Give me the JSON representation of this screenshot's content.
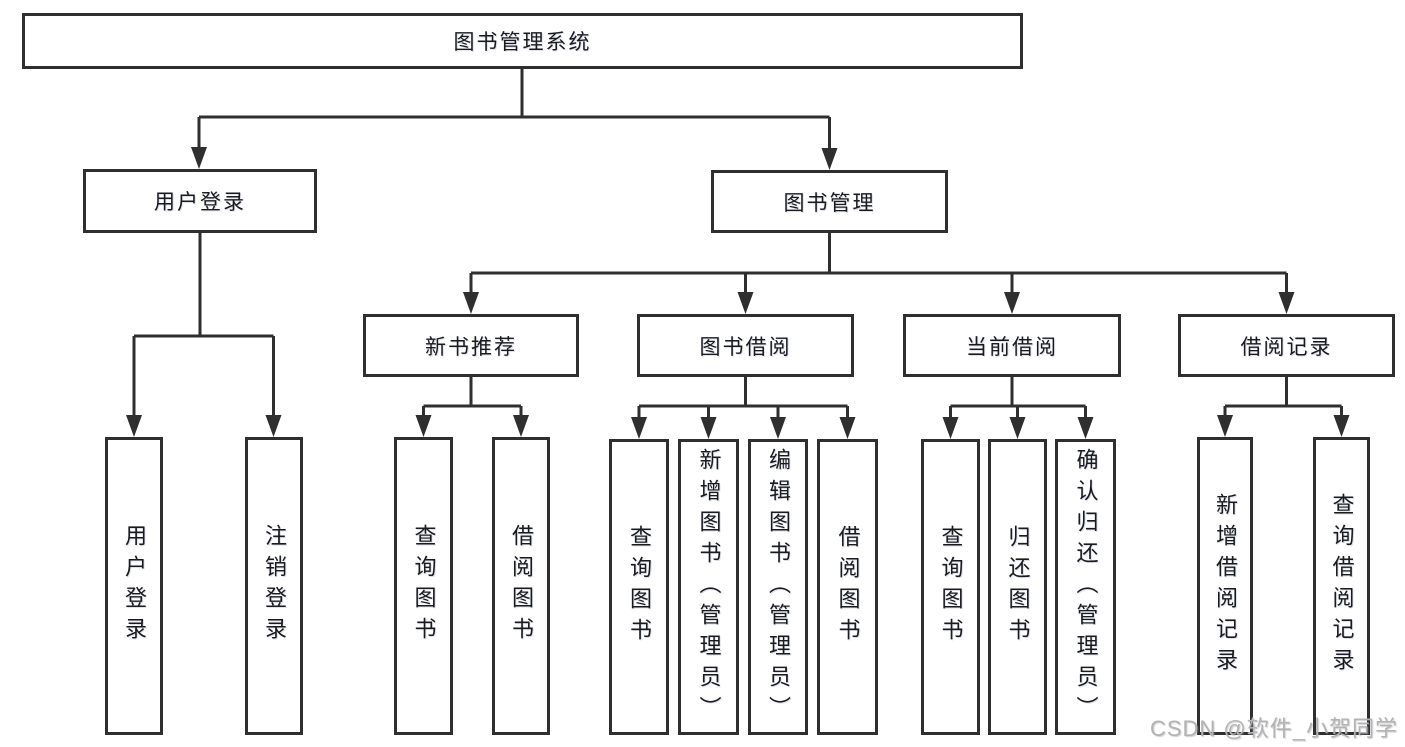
{
  "colors": {
    "background": "#ffffff",
    "line": "#2f2f2f",
    "box_border": "#2f2f2f",
    "text": "#1b1b1b",
    "watermark": "#b3b3b3"
  },
  "diagram": {
    "root": "图书管理系统",
    "level2": {
      "user_login": "用户登录",
      "book_management": "图书管理"
    },
    "level3": {
      "new_book_recommend": "新书推荐",
      "book_borrow": "图书借阅",
      "current_borrow": "当前借阅",
      "borrow_record": "借阅记录"
    },
    "leaves": {
      "user_login": "用户登录",
      "logout": "注销登录",
      "nb_query_books": "查询图书",
      "nb_borrow_books": "借阅图书",
      "bb_query_books": "查询图书",
      "bb_add_book_admin": "新增图书（管理员）",
      "bb_edit_book_admin": "编辑图书（管理员）",
      "bb_borrow_books": "借阅图书",
      "cb_query_books": "查询图书",
      "cb_return_book": "归还图书",
      "cb_confirm_return_admin": "确认归还（管理员）",
      "br_add_record": "新增借阅记录",
      "br_query_record": "查询借阅记录"
    }
  },
  "watermark": "CSDN @软件_小贺同学"
}
